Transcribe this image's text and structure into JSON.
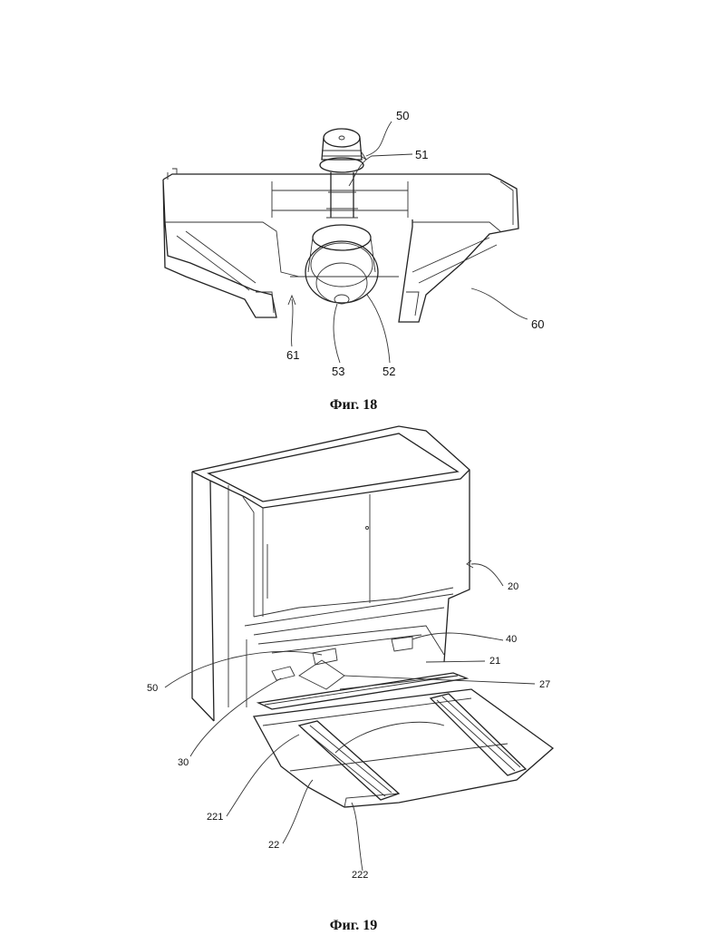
{
  "figure18": {
    "caption": "Фиг. 18",
    "labels": {
      "l50": "50",
      "l51": "51",
      "l60": "60",
      "l61": "61",
      "l53": "53",
      "l52": "52"
    }
  },
  "figure19": {
    "caption": "Фиг. 19",
    "labels": {
      "l20": "20",
      "l40": "40",
      "l21": "21",
      "l27": "27",
      "l50": "50",
      "l30": "30",
      "l221": "221",
      "l22": "22",
      "l222": "222"
    }
  }
}
